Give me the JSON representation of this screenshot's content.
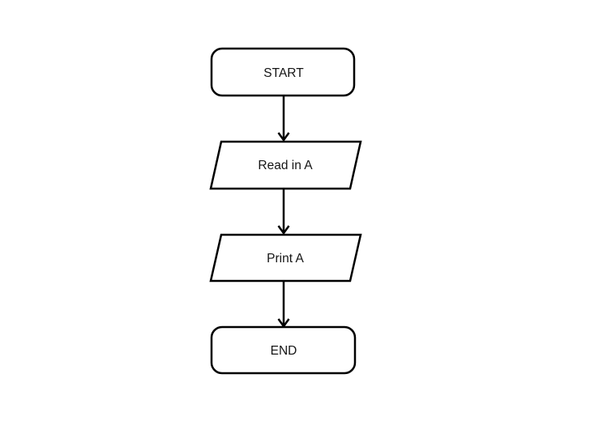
{
  "diagram": {
    "type": "flowchart",
    "colors": {
      "background": "#ffffff",
      "stroke": "#000000",
      "text": "#151515"
    },
    "nodes": [
      {
        "id": "start",
        "shape": "rounded-rectangle",
        "role": "terminator",
        "label": "START"
      },
      {
        "id": "read",
        "shape": "parallelogram",
        "role": "input",
        "label": "Read in A"
      },
      {
        "id": "print",
        "shape": "parallelogram",
        "role": "output",
        "label": "Print A"
      },
      {
        "id": "end",
        "shape": "rounded-rectangle",
        "role": "terminator",
        "label": "END"
      }
    ],
    "edges": [
      {
        "from": "start",
        "to": "read"
      },
      {
        "from": "read",
        "to": "print"
      },
      {
        "from": "print",
        "to": "end"
      }
    ]
  }
}
